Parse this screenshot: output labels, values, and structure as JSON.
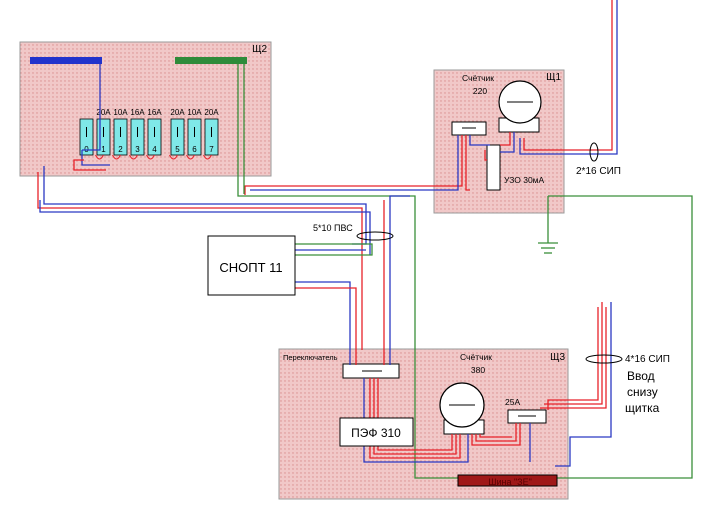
{
  "colors": {
    "panel_fill": "#f1c8c8",
    "panel_dots": "#d98c8c",
    "panel_border": "#9a9a9a",
    "wire_red": "#e8222a",
    "wire_blue": "#2b39c4",
    "wire_green": "#3a8f3a",
    "bus_blue": "#2233cc",
    "bus_green": "#2e8b3a",
    "breaker_fill": "#7fe8e8",
    "zero_bus_fill": "#a01818"
  },
  "panels": {
    "shch2": {
      "title": "Щ2",
      "breaker_ratings": [
        "20А",
        "10А",
        "16А",
        "16А",
        "20А",
        "10А",
        "20А"
      ],
      "breaker_numbers": [
        "0",
        "1",
        "2",
        "3",
        "4",
        "5",
        "6",
        "7"
      ]
    },
    "shch1": {
      "title": "Щ1",
      "meter_label_line1": "Счётчик",
      "meter_label_line2": "220",
      "rcd_label": "УЗО 30мА"
    },
    "shch3": {
      "title": "Щ3",
      "switch_label": "Переключатель",
      "meter_label_line1": "Счётчик",
      "meter_label_line2": "380",
      "breaker_label": "25А",
      "pef_label": "ПЭФ 310",
      "zero_bus_label": "Шина \"ЗЕ\""
    }
  },
  "devices": {
    "snopt_label": "СНОПТ 11"
  },
  "cables": {
    "top_cable": "2*16 СИП",
    "mid_cable": "5*10 ПВС",
    "bottom_cable": "4*16 СИП"
  },
  "notes": {
    "entry_line1": "Ввод",
    "entry_line2": "снизу",
    "entry_line3": "щитка"
  }
}
